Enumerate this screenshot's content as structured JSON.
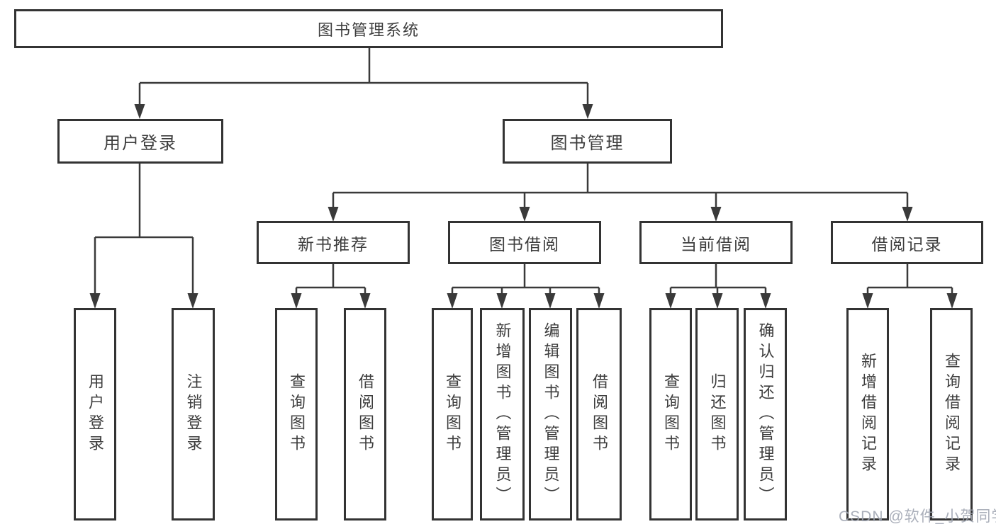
{
  "diagram_type": "hierarchy-tree",
  "tree": {
    "label": "图书管理系统",
    "children": [
      {
        "label": "用户登录",
        "children": [
          {
            "label": "用户登录"
          },
          {
            "label": "注销登录"
          }
        ]
      },
      {
        "label": "图书管理",
        "children": [
          {
            "label": "新书推荐",
            "children": [
              {
                "label": "查询图书"
              },
              {
                "label": "借阅图书"
              }
            ]
          },
          {
            "label": "图书借阅",
            "children": [
              {
                "label": "查询图书"
              },
              {
                "label": "新增图书（管理员）"
              },
              {
                "label": "编辑图书（管理员）"
              },
              {
                "label": "借阅图书"
              }
            ]
          },
          {
            "label": "当前借阅",
            "children": [
              {
                "label": "查询图书"
              },
              {
                "label": "归还图书"
              },
              {
                "label": "确认归还（管理员）"
              }
            ]
          },
          {
            "label": "借阅记录",
            "children": [
              {
                "label": "新增借阅记录"
              },
              {
                "label": "查询借阅记录"
              }
            ]
          }
        ]
      }
    ]
  },
  "watermark": "CSDN @软件_小贺同学",
  "colors": {
    "line": "#3a3a3a",
    "box_border": "#333333",
    "text": "#3d3d3d",
    "background": "#ffffff",
    "watermark": "#9ea4b0"
  }
}
